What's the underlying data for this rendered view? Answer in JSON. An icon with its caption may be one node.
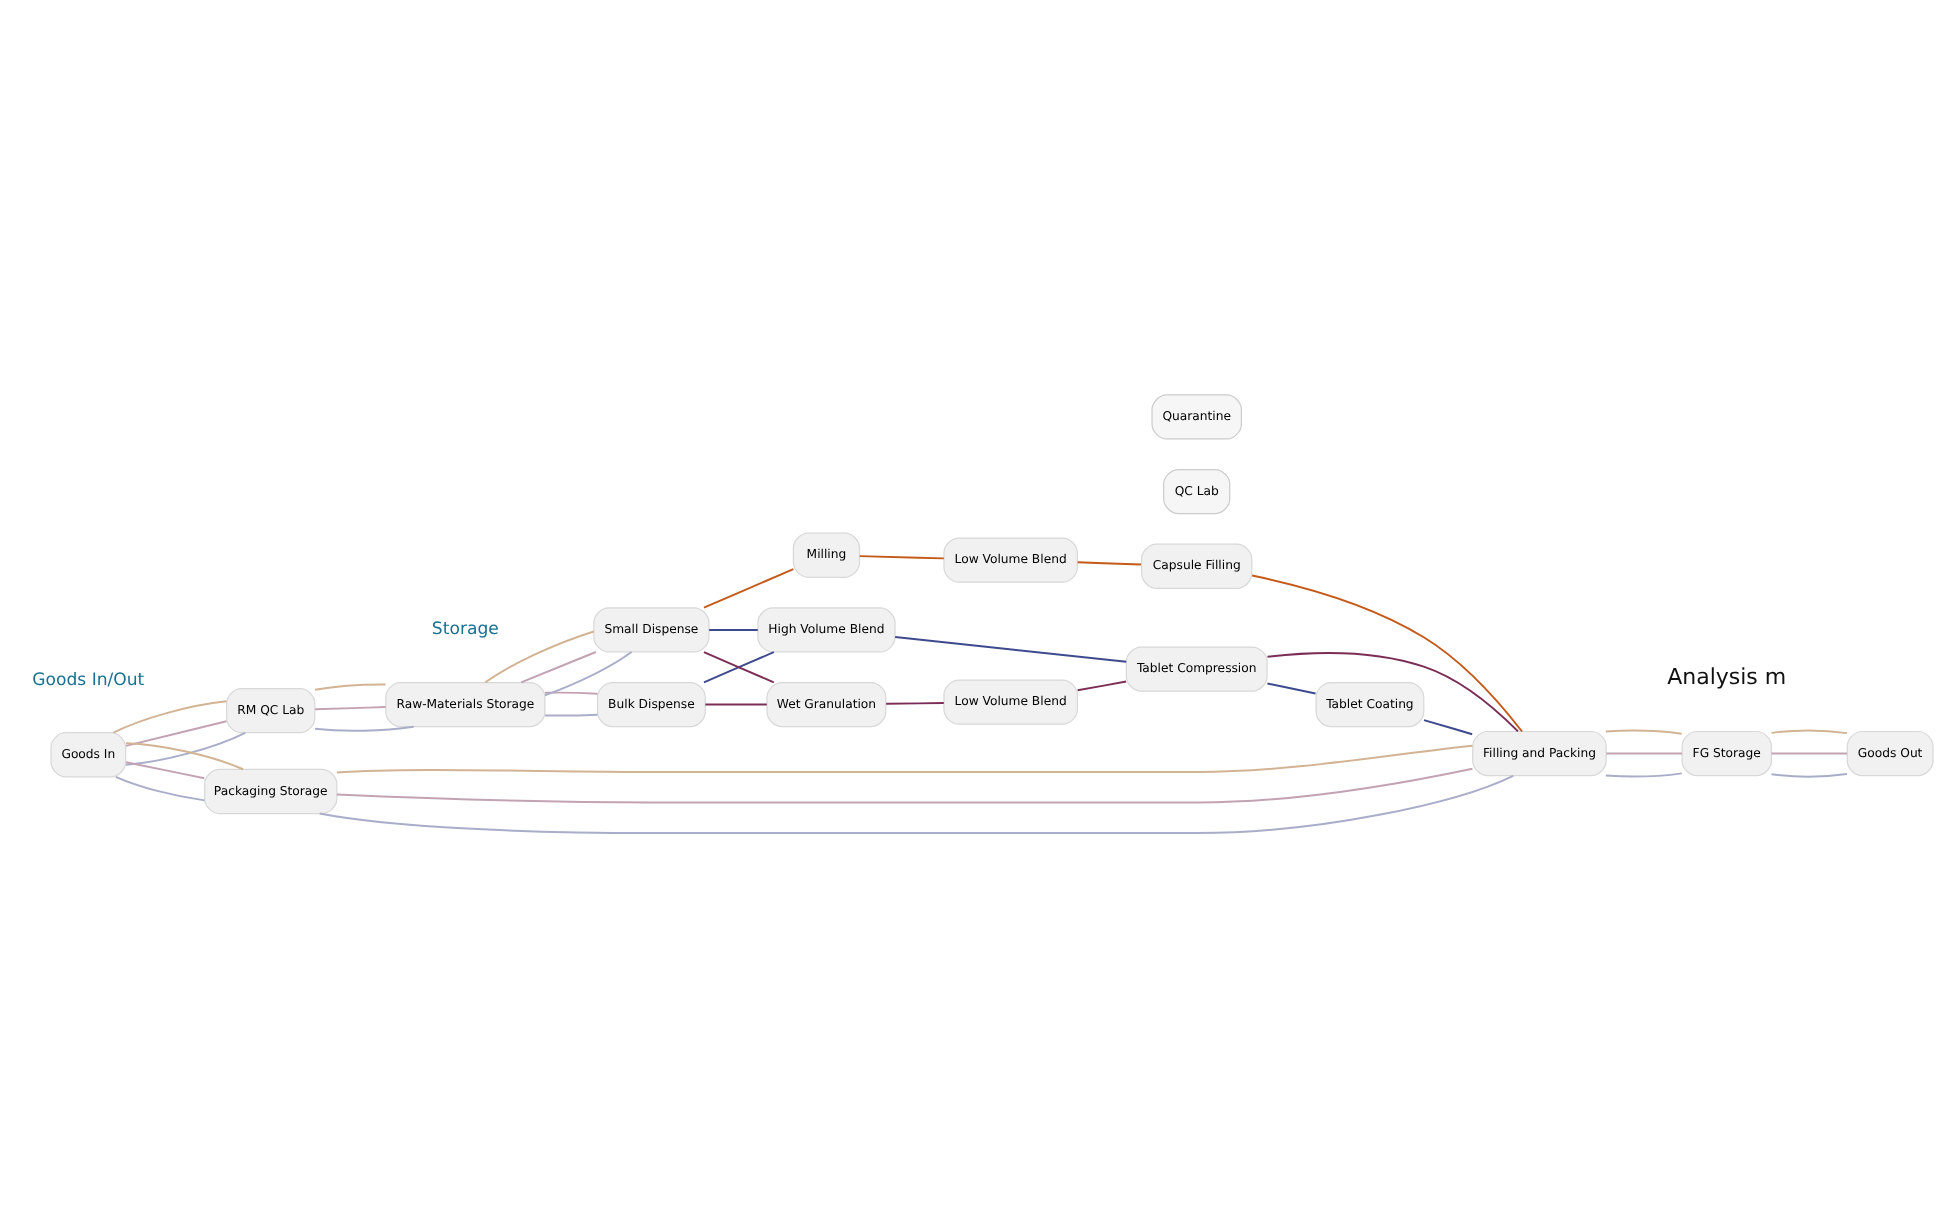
{
  "diagram": {
    "nodes": [
      {
        "text": [
          "Bulk Dispense"
        ]
      },
      {
        "text": [
          "High Volume Blend"
        ]
      },
      {
        "text": [
          "Tablet Compression"
        ]
      },
      {
        "text": [
          "Tablet Coating"
        ]
      },
      {
        "text": [
          "Small Dispense"
        ]
      },
      {
        "text": [
          "Wet Granulation"
        ]
      },
      {
        "text": [
          "Low Volume Blend"
        ]
      },
      {
        "text": [
          "Filling and Packing"
        ]
      },
      {
        "text": [
          "Milling"
        ]
      },
      {
        "text": [
          "Low Volume Blend"
        ]
      },
      {
        "text": [
          "Capsule Filling"
        ]
      },
      {
        "text": [
          "QC Lab"
        ]
      },
      {
        "text": [
          "Quarantine"
        ]
      },
      {
        "text": [
          "RM QC Lab"
        ]
      },
      {
        "text": [
          "Raw-Materials Storage"
        ]
      },
      {
        "text": [
          "Packaging Storage"
        ]
      },
      {
        "text": [
          "FG Storage"
        ]
      },
      {
        "text": [
          "Goods In"
        ]
      },
      {
        "text": [
          "Goods Out"
        ]
      }
    ],
    "edges": [
      {
        "from": 0,
        "to": 1,
        "arrow": "none",
        "color": "#3d4a8e"
      },
      {
        "from": 4,
        "to": 1,
        "arrow": "none",
        "color": "#3d4a8e"
      },
      {
        "from": 1,
        "to": 2,
        "arrow": "none",
        "color": "#3d4a8e"
      },
      {
        "from": 2,
        "to": 3,
        "arrow": "none",
        "color": "#3d4a8e"
      },
      {
        "from": 3,
        "to": 7,
        "arrow": "none",
        "color": "#3d4a8e"
      },
      {
        "from": 0,
        "to": 5,
        "arrow": "none",
        "color": "#7b2d55"
      },
      {
        "from": 4,
        "to": 5,
        "arrow": "none",
        "color": "#7b2d55"
      },
      {
        "from": 5,
        "to": 6,
        "arrow": "none",
        "color": "#7b2d55"
      },
      {
        "from": 6,
        "to": 2,
        "arrow": "none",
        "color": "#7b2d55"
      },
      {
        "from": 2,
        "to": 7,
        "arrow": "none",
        "color": "#7b2d55"
      },
      {
        "from": 4,
        "to": 8,
        "arrow": "none",
        "color": "#c45a1a"
      },
      {
        "from": 8,
        "to": 9,
        "arrow": "none",
        "color": "#c45a1a"
      },
      {
        "from": 9,
        "to": 10,
        "arrow": "none",
        "color": "#c45a1a"
      },
      {
        "from": 10,
        "to": 7,
        "arrow": "none",
        "color": "#c45a1a"
      },
      {
        "from": 17,
        "to": 13,
        "arrow": "none",
        "color": "#a9adc9"
      },
      {
        "from": 17,
        "to": 13,
        "arrow": "none",
        "color": "#c3a3b3"
      },
      {
        "from": 17,
        "to": 13,
        "arrow": "none",
        "color": "#d2b394"
      },
      {
        "from": 13,
        "to": 14,
        "arrow": "none",
        "color": "#a9adc9"
      },
      {
        "from": 13,
        "to": 14,
        "arrow": "none",
        "color": "#c3a3b3"
      },
      {
        "from": 13,
        "to": 14,
        "arrow": "none",
        "color": "#d2b394"
      },
      {
        "from": 14,
        "to": 0,
        "arrow": "none",
        "color": "#a9adc9"
      },
      {
        "from": 14,
        "to": 0,
        "arrow": "none",
        "color": "#c3a3b3"
      },
      {
        "from": 14,
        "to": 4,
        "arrow": "none",
        "color": "#a9adc9"
      },
      {
        "from": 14,
        "to": 4,
        "arrow": "none",
        "color": "#c3a3b3"
      },
      {
        "from": 14,
        "to": 4,
        "arrow": "none",
        "color": "#d2b394"
      },
      {
        "from": 17,
        "to": 15,
        "arrow": "none",
        "color": "#a9adc9"
      },
      {
        "from": 17,
        "to": 15,
        "arrow": "none",
        "color": "#c3a3b3"
      },
      {
        "from": 17,
        "to": 15,
        "arrow": "none",
        "color": "#d2b394"
      },
      {
        "from": 15,
        "to": 7,
        "arrow": "none",
        "color": "#a9adc9"
      },
      {
        "from": 15,
        "to": 7,
        "arrow": "none",
        "color": "#c3a3b3"
      },
      {
        "from": 15,
        "to": 7,
        "arrow": "none",
        "color": "#d2b394"
      },
      {
        "from": 7,
        "to": 16,
        "arrow": "none",
        "color": "#a9adc9"
      },
      {
        "from": 7,
        "to": 16,
        "arrow": "none",
        "color": "#c3a3b3"
      },
      {
        "from": 7,
        "to": 16,
        "arrow": "none",
        "color": "#d2b394"
      },
      {
        "from": 16,
        "to": 18,
        "arrow": "none",
        "color": "#a9adc9"
      },
      {
        "from": 16,
        "to": 18,
        "arrow": "none",
        "color": "#c3a3b3"
      },
      {
        "from": 16,
        "to": 18,
        "arrow": "none",
        "color": "#d2b394"
      }
    ],
    "labels": [
      "Storage",
      "Goods In/Out",
      "Analysis m"
    ]
  }
}
